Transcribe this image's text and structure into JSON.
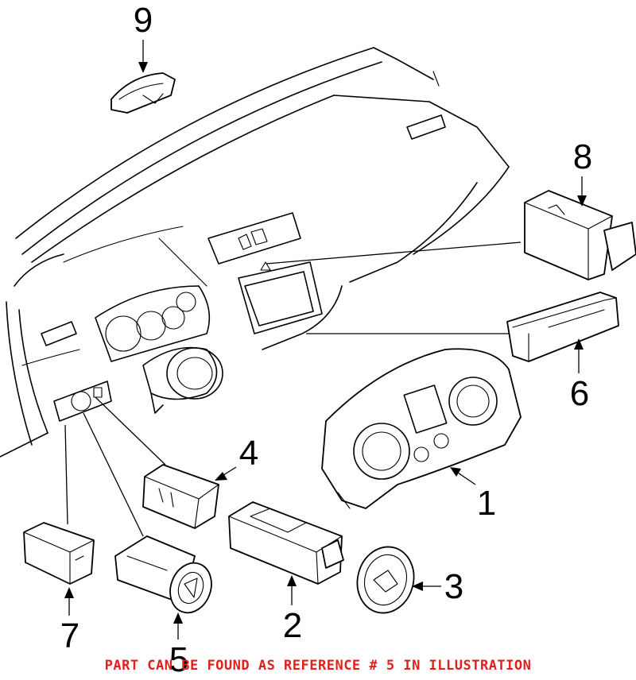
{
  "callouts": {
    "c1": "1",
    "c2": "2",
    "c3": "3",
    "c4": "4",
    "c5": "5",
    "c6": "6",
    "c7": "7",
    "c8": "8",
    "c9": "9"
  },
  "footer": {
    "note": "PART CAN BE FOUND AS REFERENCE # 5 IN ILLUSTRATION",
    "color": "#e0201b"
  }
}
